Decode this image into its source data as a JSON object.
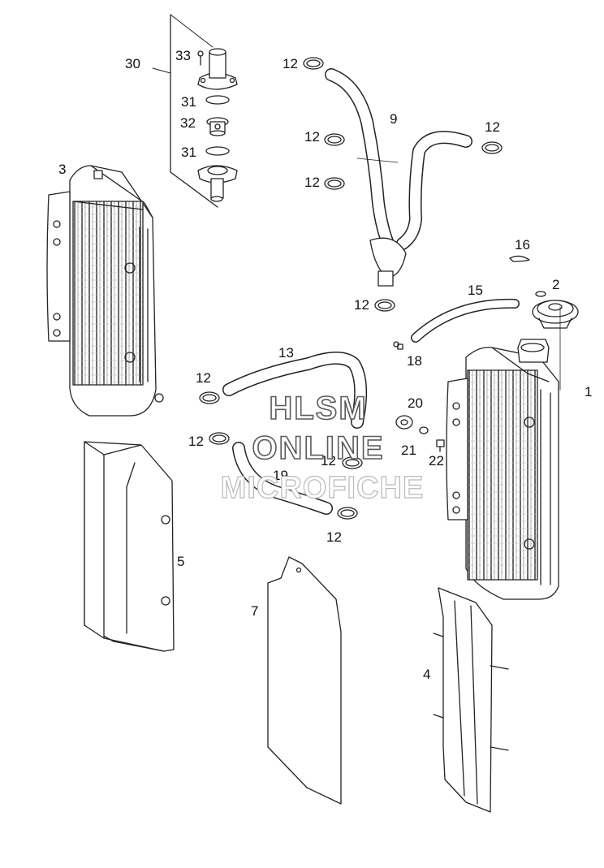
{
  "watermark": {
    "line1": "HLSM",
    "line2": "ONLINE",
    "line3": "MICROFICHE"
  },
  "callouts": [
    {
      "id": "lbl-30",
      "text": "30"
    },
    {
      "id": "lbl-33",
      "text": "33"
    },
    {
      "id": "lbl-31a",
      "text": "31"
    },
    {
      "id": "lbl-32",
      "text": "32"
    },
    {
      "id": "lbl-31b",
      "text": "31"
    },
    {
      "id": "lbl-3",
      "text": "3"
    },
    {
      "id": "lbl-12a",
      "text": "12"
    },
    {
      "id": "lbl-9",
      "text": "9"
    },
    {
      "id": "lbl-12b",
      "text": "12"
    },
    {
      "id": "lbl-12c",
      "text": "12"
    },
    {
      "id": "lbl-12d",
      "text": "12"
    },
    {
      "id": "lbl-16",
      "text": "16"
    },
    {
      "id": "lbl-2",
      "text": "2"
    },
    {
      "id": "lbl-15",
      "text": "15"
    },
    {
      "id": "lbl-12e",
      "text": "12"
    },
    {
      "id": "lbl-13",
      "text": "13"
    },
    {
      "id": "lbl-18",
      "text": "18"
    },
    {
      "id": "lbl-1",
      "text": "1"
    },
    {
      "id": "lbl-12f",
      "text": "12"
    },
    {
      "id": "lbl-20",
      "text": "20"
    },
    {
      "id": "lbl-12g",
      "text": "12"
    },
    {
      "id": "lbl-21",
      "text": "21"
    },
    {
      "id": "lbl-22",
      "text": "22"
    },
    {
      "id": "lbl-12h",
      "text": "12"
    },
    {
      "id": "lbl-19",
      "text": "19"
    },
    {
      "id": "lbl-12i",
      "text": "12"
    },
    {
      "id": "lbl-5",
      "text": "5"
    },
    {
      "id": "lbl-7",
      "text": "7"
    },
    {
      "id": "lbl-4",
      "text": "4"
    }
  ]
}
